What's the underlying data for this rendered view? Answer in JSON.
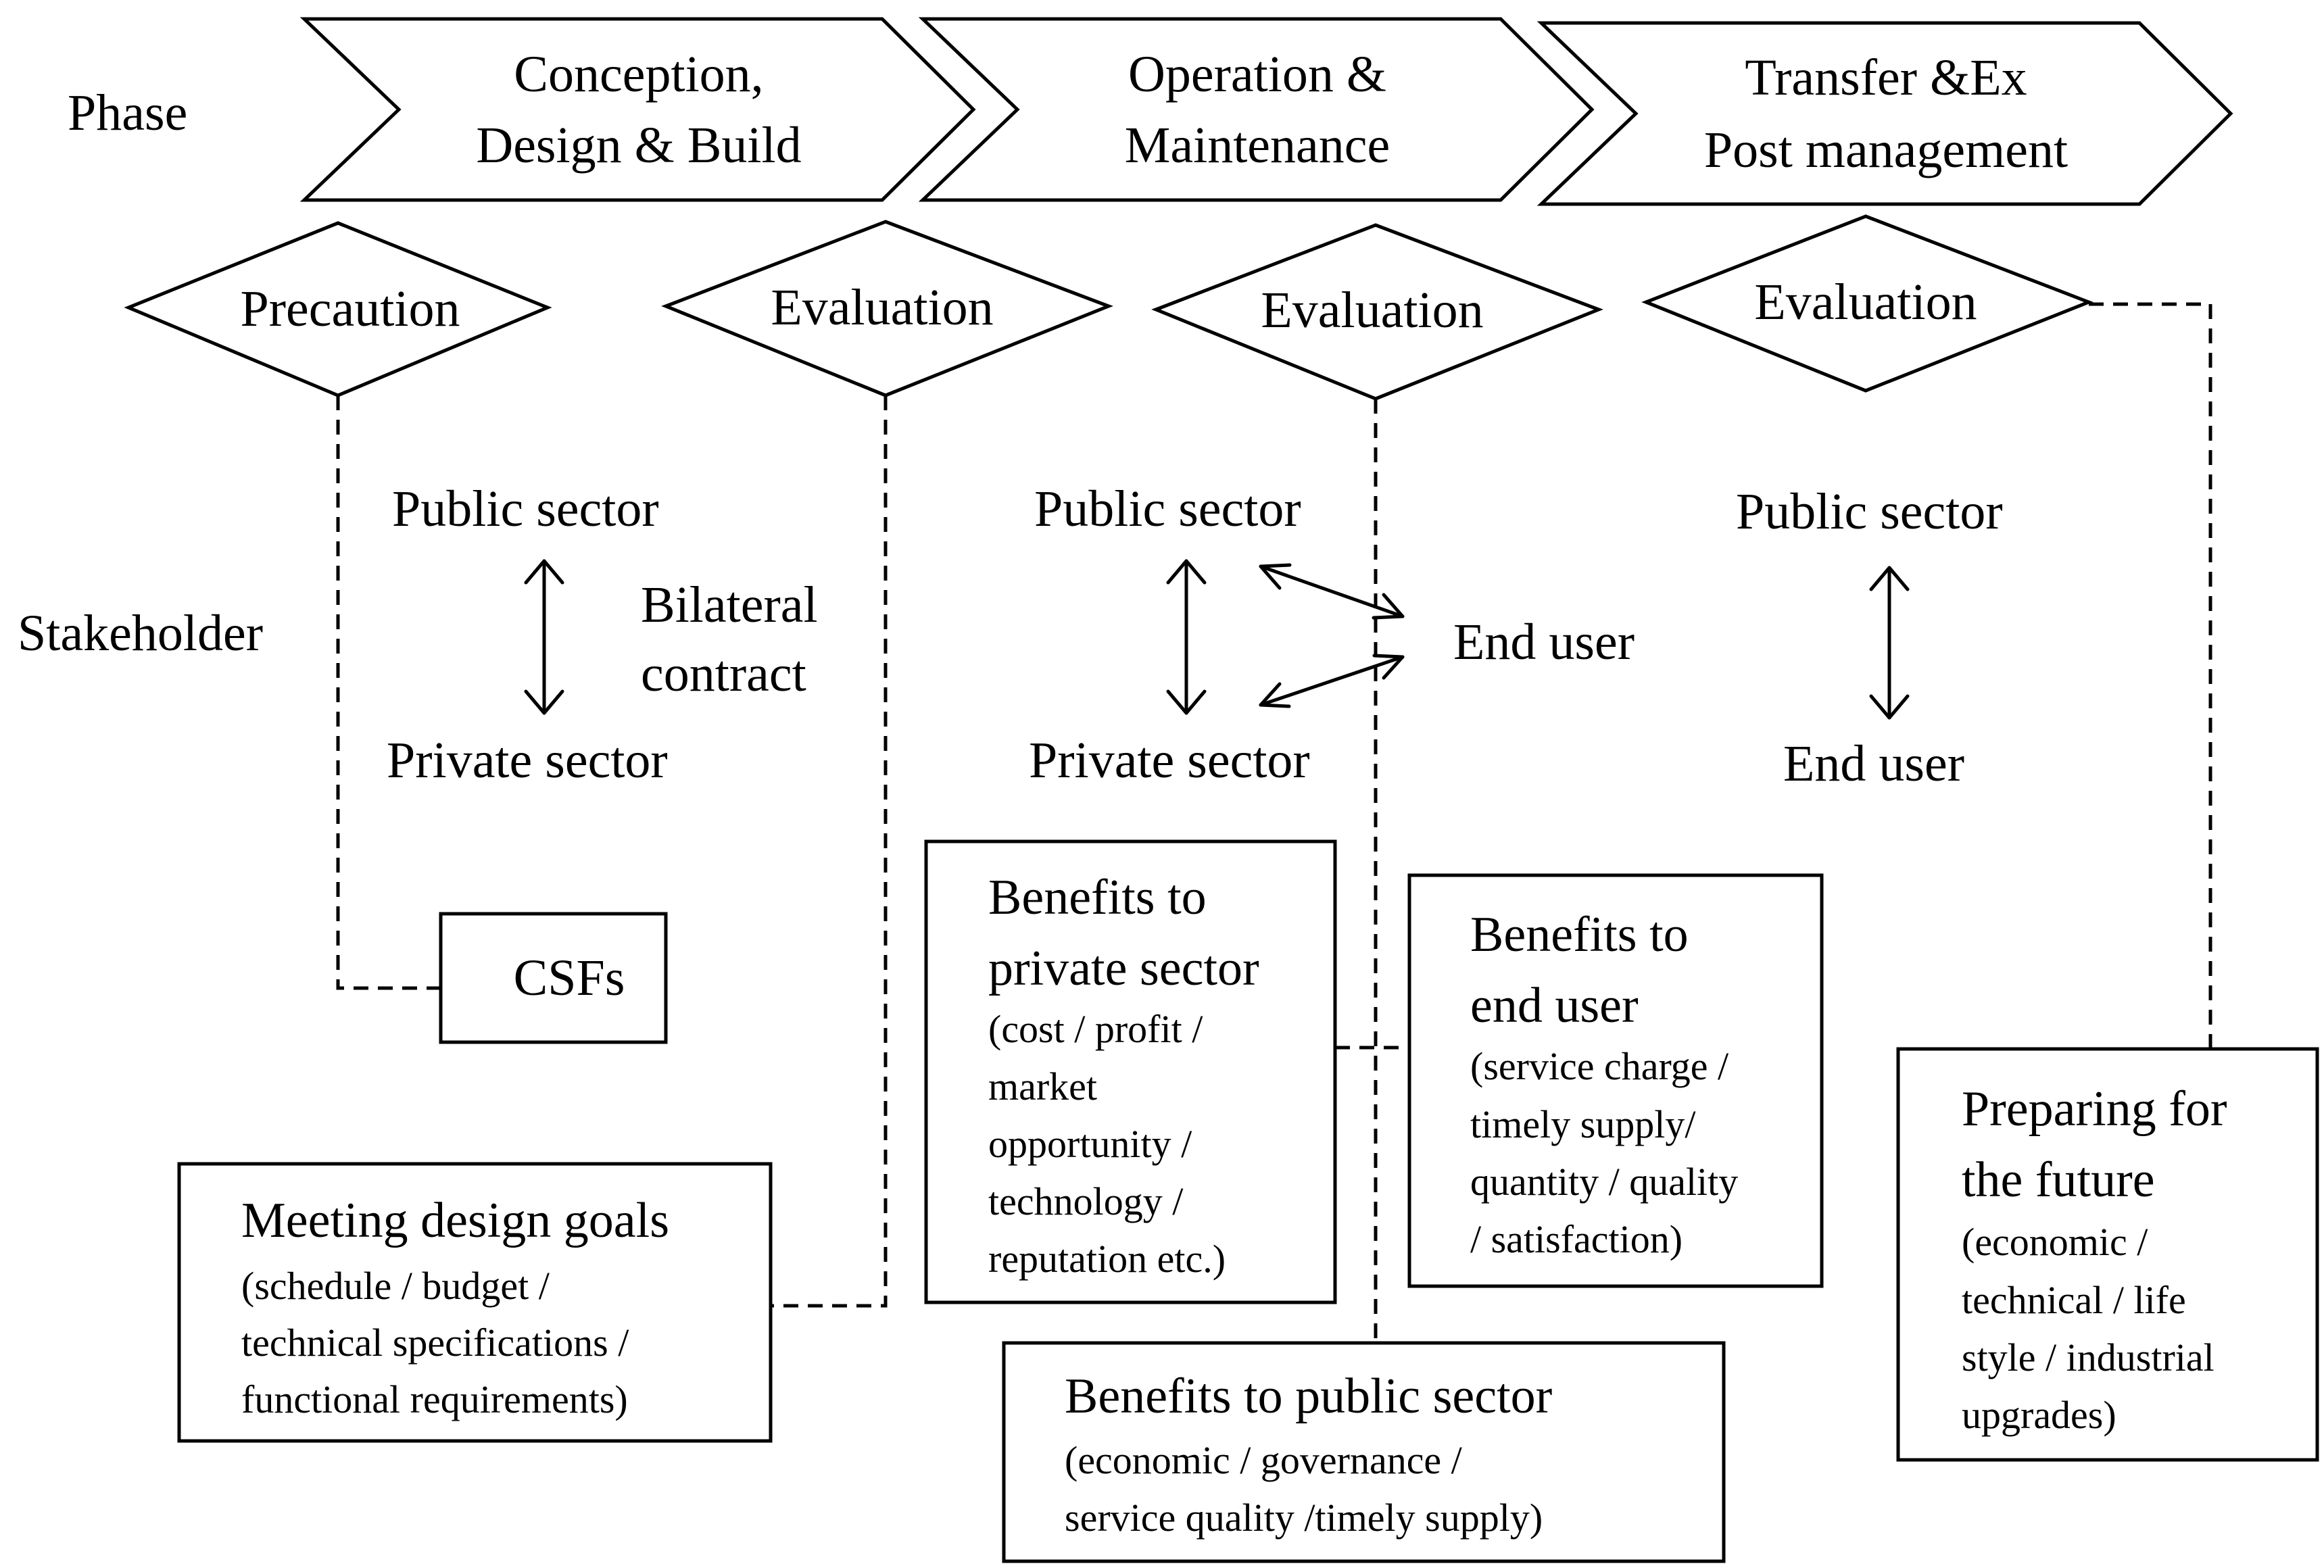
{
  "labels": {
    "phase": "Phase",
    "stakeholder": "Stakeholder"
  },
  "phases": [
    {
      "line1": "Conception,",
      "line2": "Design & Build"
    },
    {
      "line1": "Operation &",
      "line2": "Maintenance"
    },
    {
      "line1": "Transfer &Ex",
      "line2": "Post  management"
    }
  ],
  "diamonds": [
    "Precaution",
    "Evaluation",
    "Evaluation",
    "Evaluation"
  ],
  "stakeholders": {
    "phase1": {
      "top": "Public sector",
      "bottom": "Private sector",
      "relation_line1": "Bilateral",
      "relation_line2": "contract"
    },
    "phase2": {
      "top": "Public sector",
      "bottom": "Private sector",
      "side": "End user"
    },
    "phase3": {
      "top": "Public sector",
      "bottom": "End user"
    }
  },
  "boxes": {
    "csfs": {
      "title": "CSFs"
    },
    "design_goals": {
      "title": "Meeting  design goals",
      "lines": [
        "(schedule / budget /",
        "technical  specifications  /",
        "functional  requirements)"
      ]
    },
    "private_benefits": {
      "title1": "Benefits to",
      "title2": "private sector",
      "lines": [
        "(cost / profit  /",
        "market",
        "opportunity  /",
        "technology /",
        "reputation etc.)"
      ]
    },
    "end_user_benefits": {
      "title1": "Benefits to",
      "title2": "end user",
      "lines": [
        "(service  charge /",
        "timely  supply/",
        "quantity  / quality",
        "/ satisfaction)"
      ]
    },
    "public_benefits": {
      "title": "Benefits to public sector",
      "lines": [
        "(economic /  governance /",
        "service quality  /timely  supply)"
      ]
    },
    "future": {
      "title1": "Preparing for",
      "title2": "the future",
      "lines": [
        "(economic /",
        "technical  / life",
        "style / industrial",
        "upgrades)"
      ]
    }
  }
}
